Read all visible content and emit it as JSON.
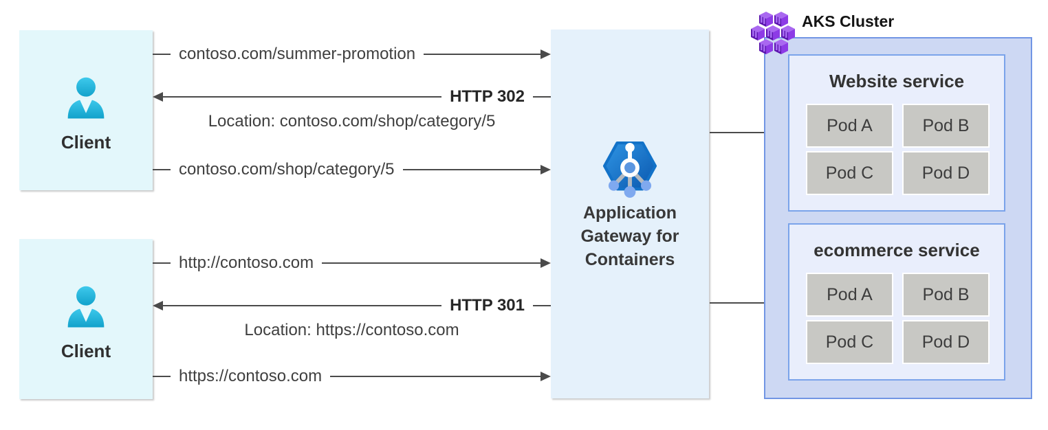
{
  "diagram": {
    "clients": [
      {
        "label": "Client"
      },
      {
        "label": "Client"
      }
    ],
    "gateway": {
      "label": "Application Gateway for Containers"
    },
    "aks": {
      "label": "AKS Cluster",
      "services": [
        {
          "name": "Website service",
          "pods": [
            "Pod A",
            "Pod B",
            "Pod C",
            "Pod D"
          ]
        },
        {
          "name": "ecommerce service",
          "pods": [
            "Pod A",
            "Pod B",
            "Pod C",
            "Pod D"
          ]
        }
      ]
    },
    "flows": {
      "top": {
        "request1": "contoso.com/summer-promotion",
        "response_status": "HTTP 302",
        "response_location": "Location: contoso.com/shop/category/5",
        "request2": "contoso.com/shop/category/5"
      },
      "bottom": {
        "request1": "http://contoso.com",
        "response_status": "HTTP 301",
        "response_location": "Location: https://contoso.com",
        "request2": "https://contoso.com"
      }
    },
    "icons": {
      "person": "person-icon",
      "gateway": "app-gateway-for-containers-icon",
      "aks": "aks-cluster-cubes-icon"
    },
    "colors": {
      "client_box": "#e3f7fb",
      "gateway_box": "#e5f1fb",
      "aks_outer": "#cdd8f3",
      "aks_border": "#7195e4",
      "service_box": "#e9eefc",
      "service_border": "#7aa3ea",
      "pod_fill": "#c8c8c4",
      "arrow": "#4a4a4a",
      "person_cyan": "#29b8dd",
      "gateway_blue": "#1272c8",
      "aks_purple": "#7e2fd6"
    }
  }
}
